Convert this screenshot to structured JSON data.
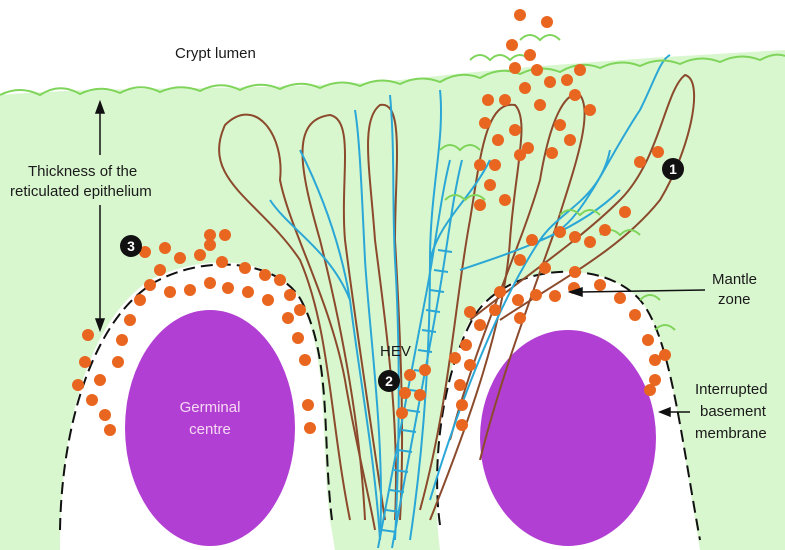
{
  "labels": {
    "crypt_lumen": "Crypt lumen",
    "thickness_line1": "Thickness of the",
    "thickness_line2": "reticulated epithelium",
    "mantle_line1": "Mantle",
    "mantle_line2": "zone",
    "hev": "HEV",
    "germinal_line1": "Germinal",
    "germinal_line2": "centre",
    "basement_line1": "Interrupted",
    "basement_line2": "basement",
    "basement_line3": "membrane"
  },
  "markers": [
    "1",
    "2",
    "3"
  ],
  "colors": {
    "epithelium": "#d9f7cf",
    "germinal_centre": "#b23fd3",
    "lymphocyte": "#e8661f",
    "capillary": "#2aa7d6",
    "lymphatic": "#8b4a2c",
    "surface_cells": "#7fd45a"
  }
}
